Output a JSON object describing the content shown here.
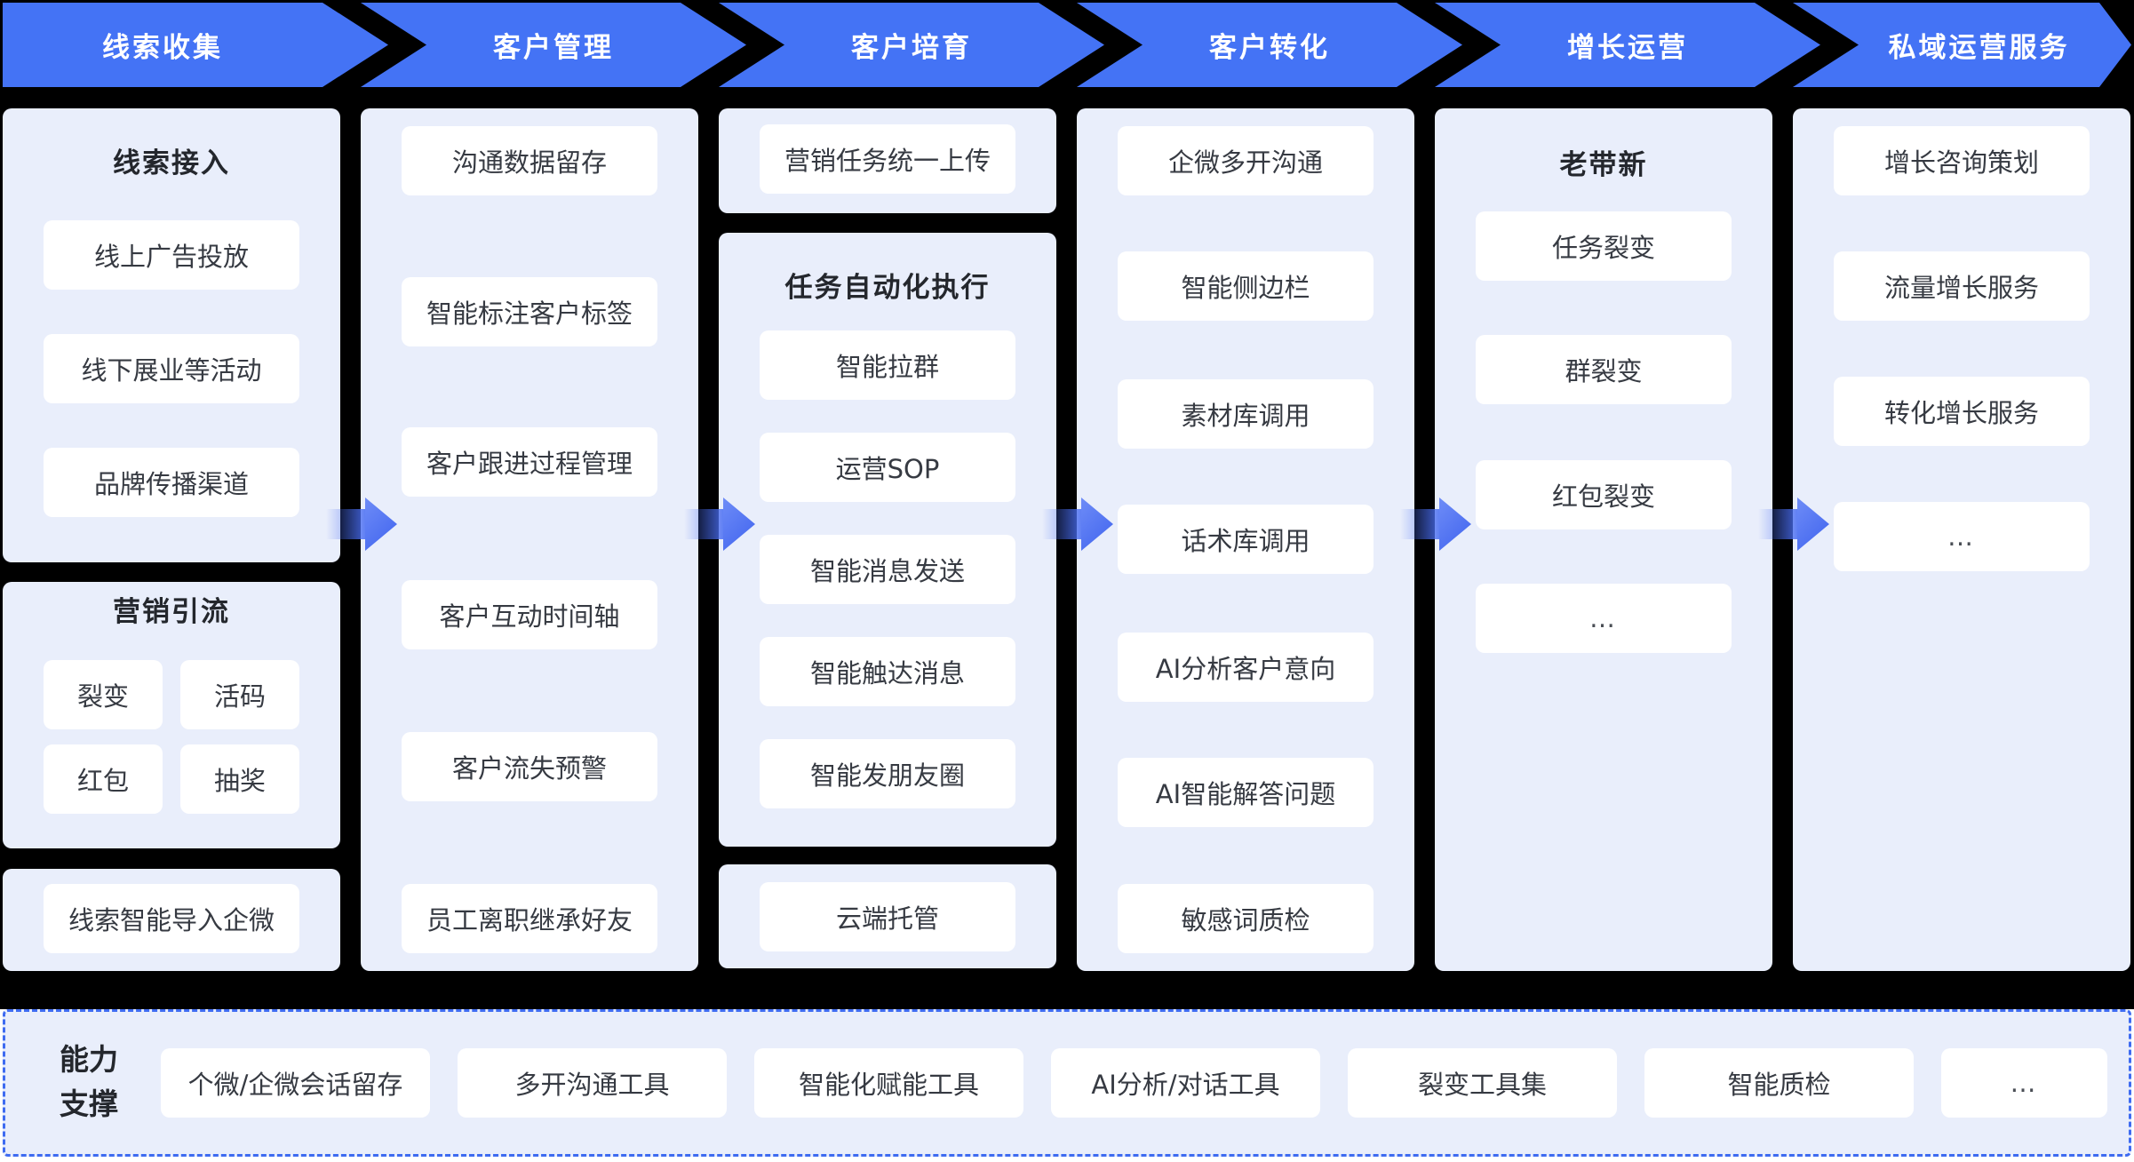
{
  "colors": {
    "banner_blue": "#4473F5",
    "panel_lavender": "#E9EEFB",
    "backdrop_black": "#000000",
    "arrow_blue": "#4A6EF3",
    "dashed_border_blue": "#3E6BF1",
    "box_text": "#363A42",
    "title_text": "#24272D"
  },
  "flow": {
    "stages": [
      {
        "label": "线索收集",
        "groups": [
          {
            "title": "线索接入",
            "items": [
              "线上广告投放",
              "线下展业等活动",
              "品牌传播渠道"
            ]
          },
          {
            "title": "营销引流",
            "items": [
              "裂变",
              "活码",
              "红包",
              "抽奖"
            ]
          },
          {
            "title": "",
            "items": [
              "线索智能导入企微"
            ]
          }
        ]
      },
      {
        "label": "客户管理",
        "groups": [
          {
            "title": "",
            "items": [
              "沟通数据留存",
              "智能标注客户标签",
              "客户跟进过程管理",
              "客户互动时间轴",
              "客户流失预警",
              "员工离职继承好友"
            ]
          }
        ]
      },
      {
        "label": "客户培育",
        "groups": [
          {
            "title": "",
            "items": [
              "营销任务统一上传"
            ]
          },
          {
            "title": "任务自动化执行",
            "items": [
              "智能拉群",
              "运营SOP",
              "智能消息发送",
              "智能触达消息",
              "智能发朋友圈"
            ]
          },
          {
            "title": "",
            "items": [
              "云端托管"
            ]
          }
        ]
      },
      {
        "label": "客户转化",
        "groups": [
          {
            "title": "",
            "items": [
              "企微多开沟通",
              "智能侧边栏",
              "素材库调用",
              "话术库调用",
              "AI分析客户意向",
              "AI智能解答问题",
              "敏感词质检"
            ]
          }
        ]
      },
      {
        "label": "增长运营",
        "groups": [
          {
            "title": "老带新",
            "items": [
              "任务裂变",
              "群裂变",
              "红包裂变",
              "…"
            ]
          }
        ]
      },
      {
        "label": "私域运营服务",
        "groups": [
          {
            "title": "",
            "items": [
              "增长咨询策划",
              "流量增长服务",
              "转化增长服务",
              "…"
            ]
          }
        ]
      }
    ]
  },
  "support": {
    "label": "能力\n支撑",
    "items": [
      "个微/企微会话留存",
      "多开沟通工具",
      "智能化赋能工具",
      "AI分析/对话工具",
      "裂变工具集",
      "智能质检",
      "…"
    ]
  }
}
